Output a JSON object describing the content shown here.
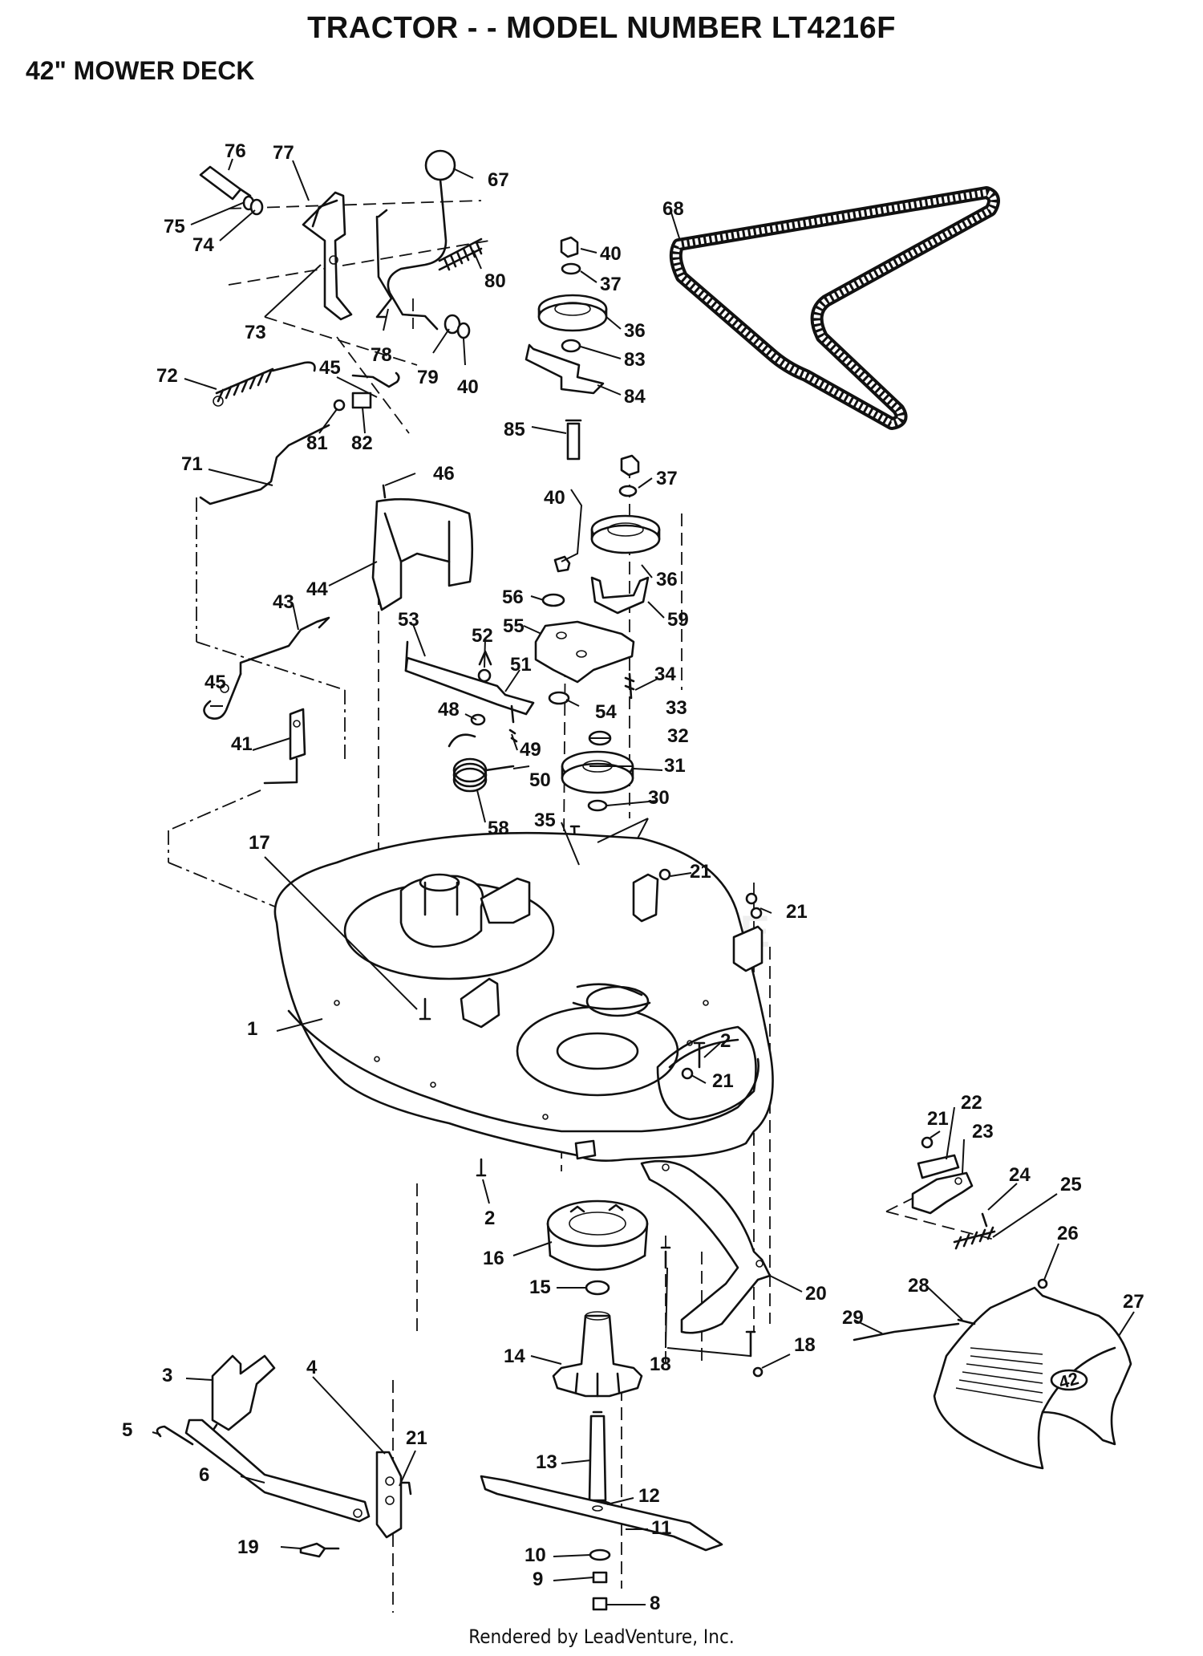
{
  "title": "TRACTOR - - MODEL NUMBER LT4216F",
  "subtitle": "42\" MOWER DECK",
  "footer": "Rendered by LeadVenture, Inc.",
  "deck_badge": "42",
  "callouts": [
    {
      "id": "c76",
      "label": "76"
    },
    {
      "id": "c77",
      "label": "77"
    },
    {
      "id": "c67",
      "label": "67"
    },
    {
      "id": "c75",
      "label": "75"
    },
    {
      "id": "c74",
      "label": "74"
    },
    {
      "id": "c73",
      "label": "73"
    },
    {
      "id": "c78",
      "label": "78"
    },
    {
      "id": "c79",
      "label": "79"
    },
    {
      "id": "c40a",
      "label": "40"
    },
    {
      "id": "c80",
      "label": "80"
    },
    {
      "id": "c72",
      "label": "72"
    },
    {
      "id": "c45a",
      "label": "45"
    },
    {
      "id": "c81",
      "label": "81"
    },
    {
      "id": "c82",
      "label": "82"
    },
    {
      "id": "c71",
      "label": "71"
    },
    {
      "id": "c40b",
      "label": "40"
    },
    {
      "id": "c37a",
      "label": "37"
    },
    {
      "id": "c36a",
      "label": "36"
    },
    {
      "id": "c83",
      "label": "83"
    },
    {
      "id": "c84",
      "label": "84"
    },
    {
      "id": "c85",
      "label": "85"
    },
    {
      "id": "c68",
      "label": "68"
    },
    {
      "id": "c46",
      "label": "46"
    },
    {
      "id": "c44",
      "label": "44"
    },
    {
      "id": "c40c",
      "label": "40"
    },
    {
      "id": "c37b",
      "label": "37"
    },
    {
      "id": "c36b",
      "label": "36"
    },
    {
      "id": "c56",
      "label": "56"
    },
    {
      "id": "c59",
      "label": "59"
    },
    {
      "id": "c55",
      "label": "55"
    },
    {
      "id": "c53",
      "label": "53"
    },
    {
      "id": "c52",
      "label": "52"
    },
    {
      "id": "c51",
      "label": "51"
    },
    {
      "id": "c34",
      "label": "34"
    },
    {
      "id": "c43",
      "label": "43"
    },
    {
      "id": "c54",
      "label": "54"
    },
    {
      "id": "c33",
      "label": "33"
    },
    {
      "id": "c45b",
      "label": "45"
    },
    {
      "id": "c48",
      "label": "48"
    },
    {
      "id": "c32",
      "label": "32"
    },
    {
      "id": "c41",
      "label": "41"
    },
    {
      "id": "c49",
      "label": "49"
    },
    {
      "id": "c50",
      "label": "50"
    },
    {
      "id": "c31",
      "label": "31"
    },
    {
      "id": "c30",
      "label": "30"
    },
    {
      "id": "c58",
      "label": "58"
    },
    {
      "id": "c35",
      "label": "35"
    },
    {
      "id": "c17",
      "label": "17"
    },
    {
      "id": "c21a",
      "label": "21"
    },
    {
      "id": "c21b",
      "label": "21"
    },
    {
      "id": "c1",
      "label": "1"
    },
    {
      "id": "c2a",
      "label": "2"
    },
    {
      "id": "c21c",
      "label": "21"
    },
    {
      "id": "c21d",
      "label": "21"
    },
    {
      "id": "c22",
      "label": "22"
    },
    {
      "id": "c23",
      "label": "23"
    },
    {
      "id": "c24",
      "label": "24"
    },
    {
      "id": "c25",
      "label": "25"
    },
    {
      "id": "c26",
      "label": "26"
    },
    {
      "id": "c2b",
      "label": "2"
    },
    {
      "id": "c16",
      "label": "16"
    },
    {
      "id": "c15",
      "label": "15"
    },
    {
      "id": "c20",
      "label": "20"
    },
    {
      "id": "c28",
      "label": "28"
    },
    {
      "id": "c27",
      "label": "27"
    },
    {
      "id": "c29",
      "label": "29"
    },
    {
      "id": "c14",
      "label": "14"
    },
    {
      "id": "c18a",
      "label": "18"
    },
    {
      "id": "c18b",
      "label": "18"
    },
    {
      "id": "c3",
      "label": "3"
    },
    {
      "id": "c4",
      "label": "4"
    },
    {
      "id": "c5",
      "label": "5"
    },
    {
      "id": "c21e",
      "label": "21"
    },
    {
      "id": "c6",
      "label": "6"
    },
    {
      "id": "c13",
      "label": "13"
    },
    {
      "id": "c12",
      "label": "12"
    },
    {
      "id": "c11",
      "label": "11"
    },
    {
      "id": "c19",
      "label": "19"
    },
    {
      "id": "c10",
      "label": "10"
    },
    {
      "id": "c9",
      "label": "9"
    },
    {
      "id": "c8",
      "label": "8"
    }
  ]
}
